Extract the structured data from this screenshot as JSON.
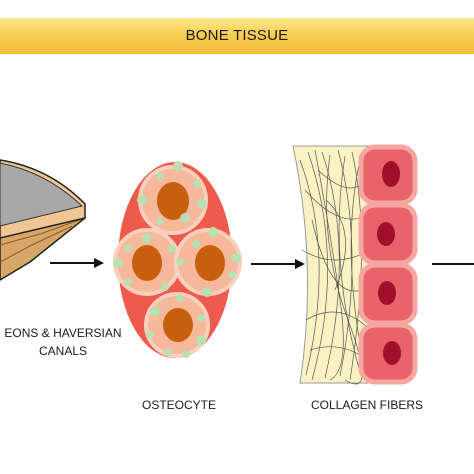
{
  "banner": {
    "title": "BONE TISSUE"
  },
  "labels": {
    "osteons_line1": "EONS & HAVERSIAN",
    "osteons_line2": "CANALS",
    "osteocyte": "OSTEOCYTE",
    "collagen": "COLLAGEN FIBERS"
  },
  "colors": {
    "banner": "#f6c94a",
    "oval": "#ef5a4d",
    "cell_ring": "#f6b79a",
    "nucleus": "#c6600e",
    "dots": "#b8e0b0",
    "collagen_bg": "#fbf2c4",
    "red_cell": "#e8646a",
    "red_nucleus": "#a0102a"
  }
}
